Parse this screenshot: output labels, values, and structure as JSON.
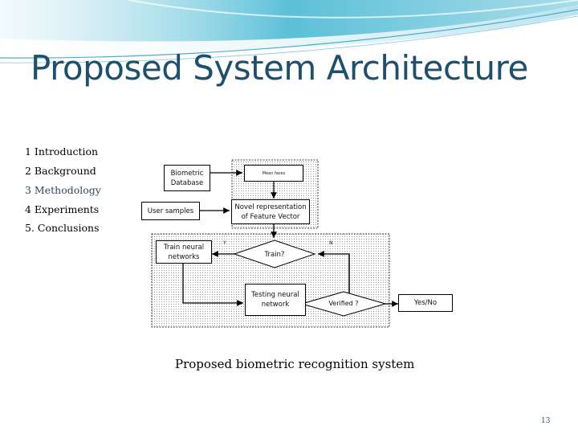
{
  "slide": {
    "title": "Proposed System Architecture",
    "page_number": "13"
  },
  "toc": {
    "items": [
      {
        "label": "1 Introduction"
      },
      {
        "label": "2 Background"
      },
      {
        "label": "3 Methodology"
      },
      {
        "label": "4 Experiments"
      },
      {
        "label": "5. Conclusions"
      }
    ]
  },
  "diagram": {
    "biometric_database": "Biometric Database",
    "mean_faces": "Mean faces",
    "user_samples": "User samples",
    "novel_representation": "Novel representation of Feature Vector",
    "train_nn": "Train neural networks",
    "train_decision": "Train?",
    "testing_nn": "Testing neural network",
    "verified": "Verified ?",
    "yes_no": "Yes/No",
    "y_label": "Y",
    "n_label": "N"
  },
  "caption": "Proposed biometric recognition system"
}
